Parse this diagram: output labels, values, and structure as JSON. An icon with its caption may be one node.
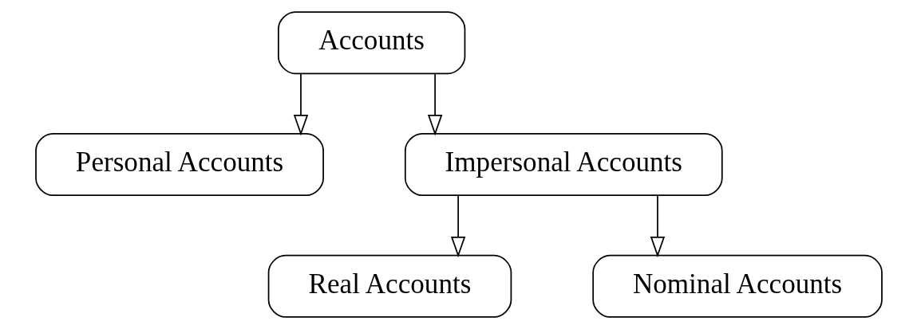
{
  "diagram": {
    "nodes": [
      {
        "text": [
          "Accounts"
        ]
      },
      {
        "text": [
          "Personal Accounts"
        ]
      },
      {
        "text": [
          "Impersonal Accounts"
        ]
      },
      {
        "text": [
          "Real Accounts"
        ]
      },
      {
        "text": [
          "Nominal Accounts"
        ]
      }
    ],
    "edges": [
      {
        "from": 0,
        "to": 1,
        "arrow": "to"
      },
      {
        "from": 0,
        "to": 2,
        "arrow": "to"
      },
      {
        "from": 2,
        "to": 3,
        "arrow": "to"
      },
      {
        "from": 2,
        "to": 4,
        "arrow": "to"
      }
    ]
  }
}
